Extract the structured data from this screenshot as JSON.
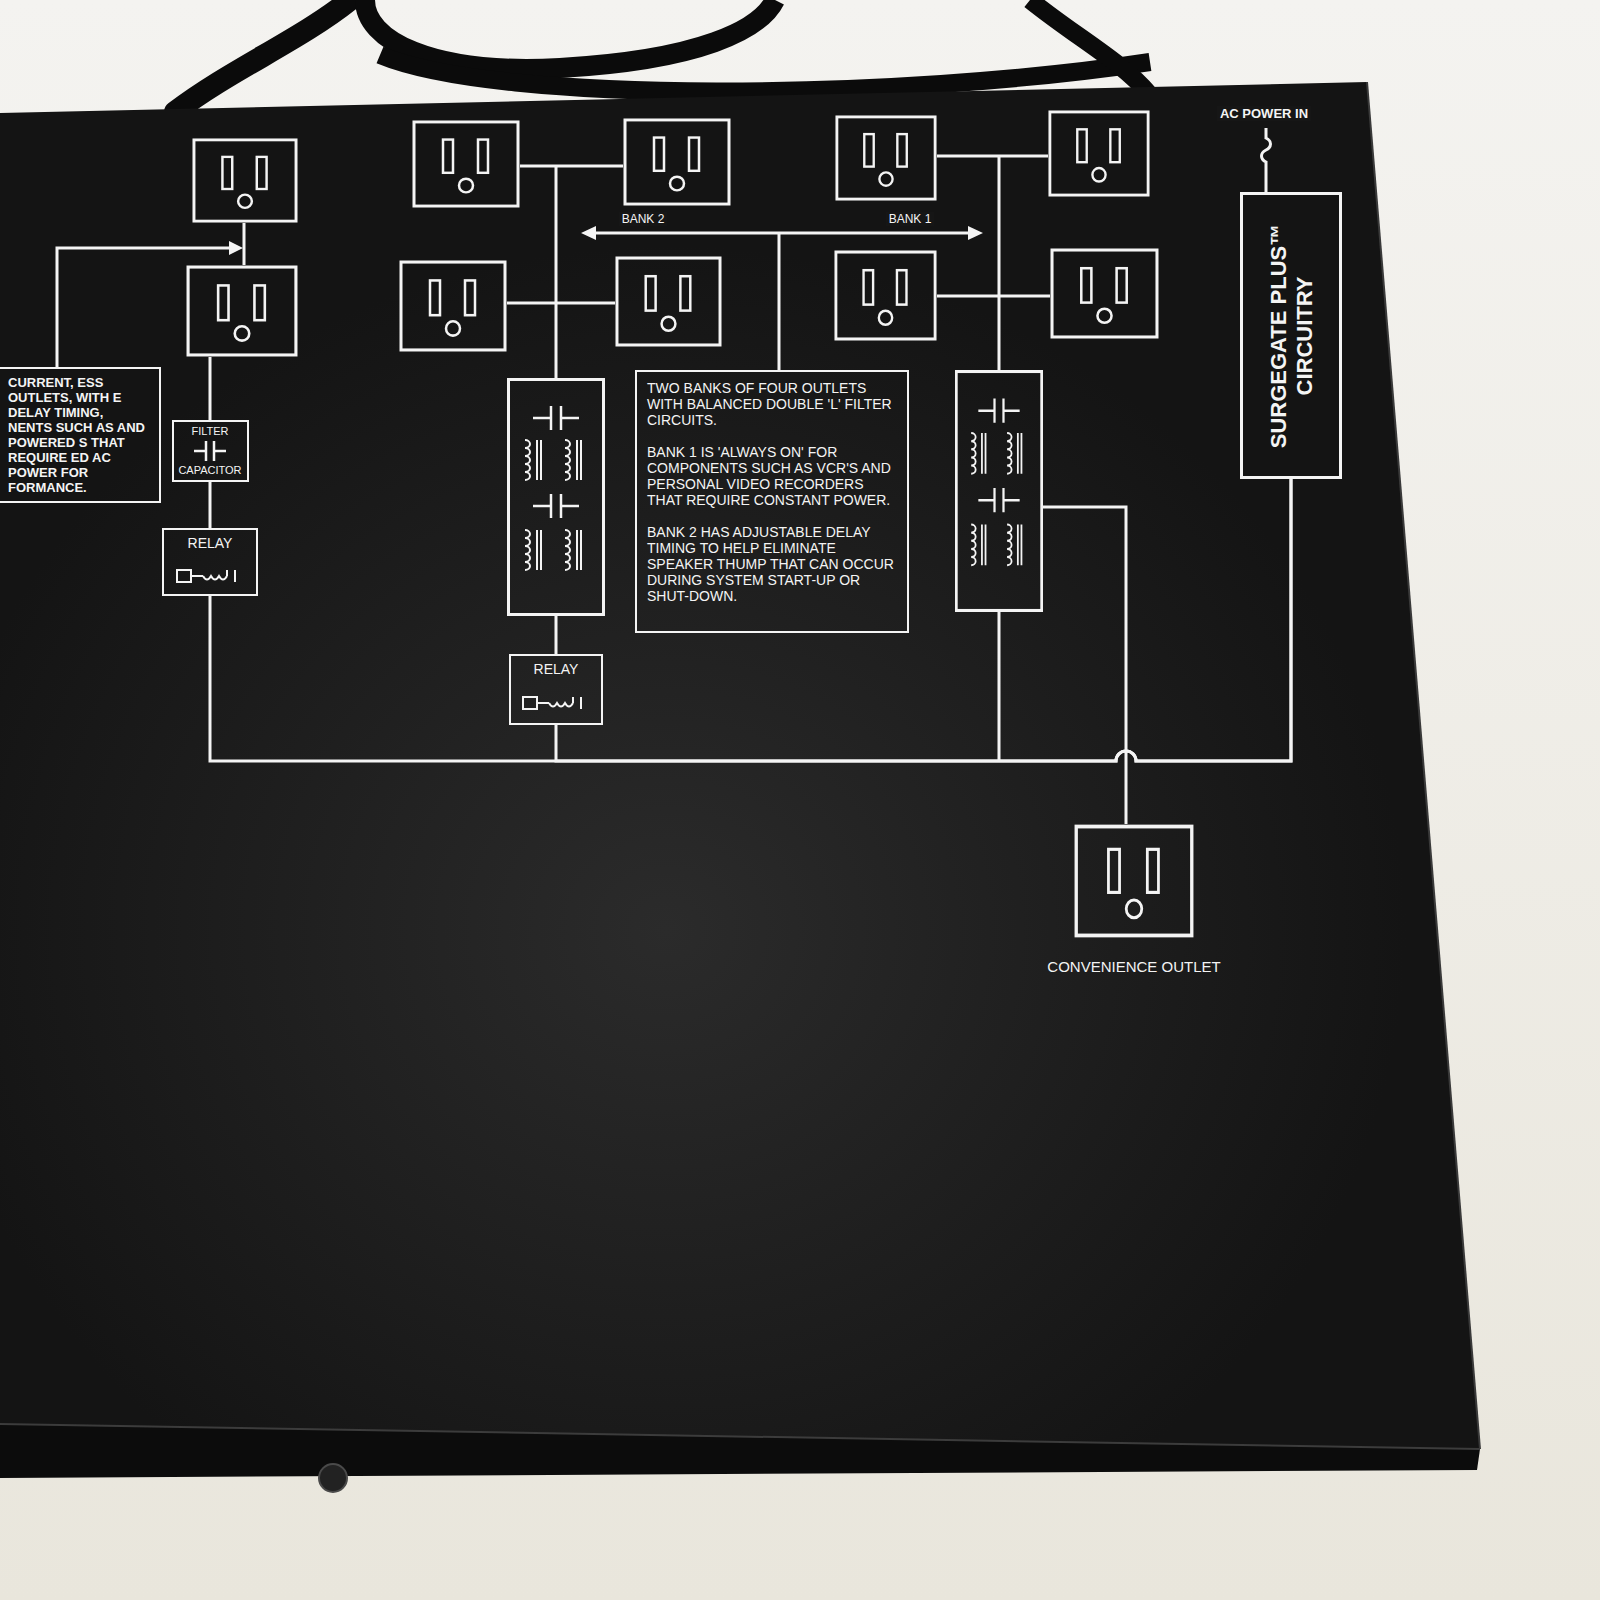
{
  "diagram": {
    "nodes": [
      {
        "text": [
          "CURRENT, ESS OUTLETS, WITH E DELAY TIMING, NENTS SUCH AS AND POWERED S THAT REQUIRE ED AC POWER FOR FORMANCE."
        ]
      },
      {
        "text": [
          "FILTER",
          "CAPACITOR"
        ]
      },
      {
        "text": [
          "RELAY"
        ]
      },
      {
        "text": [
          "RELAY"
        ]
      },
      {
        "text": [
          "TWO BANKS OF FOUR OUTLETS WITH BALANCED DOUBLE 'L' FILTER CIRCUITS.",
          "BANK 1 IS 'ALWAYS ON' FOR COMPONENTS SUCH AS VCR'S AND PERSONAL VIDEO RECORDERS THAT REQUIRE CONSTANT POWER.",
          "BANK 2 HAS ADJUSTABLE DELAY TIMING TO HELP ELIMINATE SPEAKER THUMP THAT CAN OCCUR DURING SYSTEM START-UP OR SHUT-DOWN."
        ]
      },
      {
        "text": [
          "SURGEGATE PLUS™ CIRCUITRY"
        ]
      },
      {
        "text": [
          "CONVENIENCE OUTLET"
        ]
      }
    ],
    "edges": [
      {
        "from": 1,
        "to": 2,
        "arrow": "none"
      },
      {
        "from": 5,
        "to": 2,
        "arrow": "none"
      },
      {
        "from": 5,
        "to": 3,
        "arrow": "none"
      }
    ],
    "labels": [
      "BANK 2",
      "BANK 1",
      "AC POWER IN"
    ]
  }
}
